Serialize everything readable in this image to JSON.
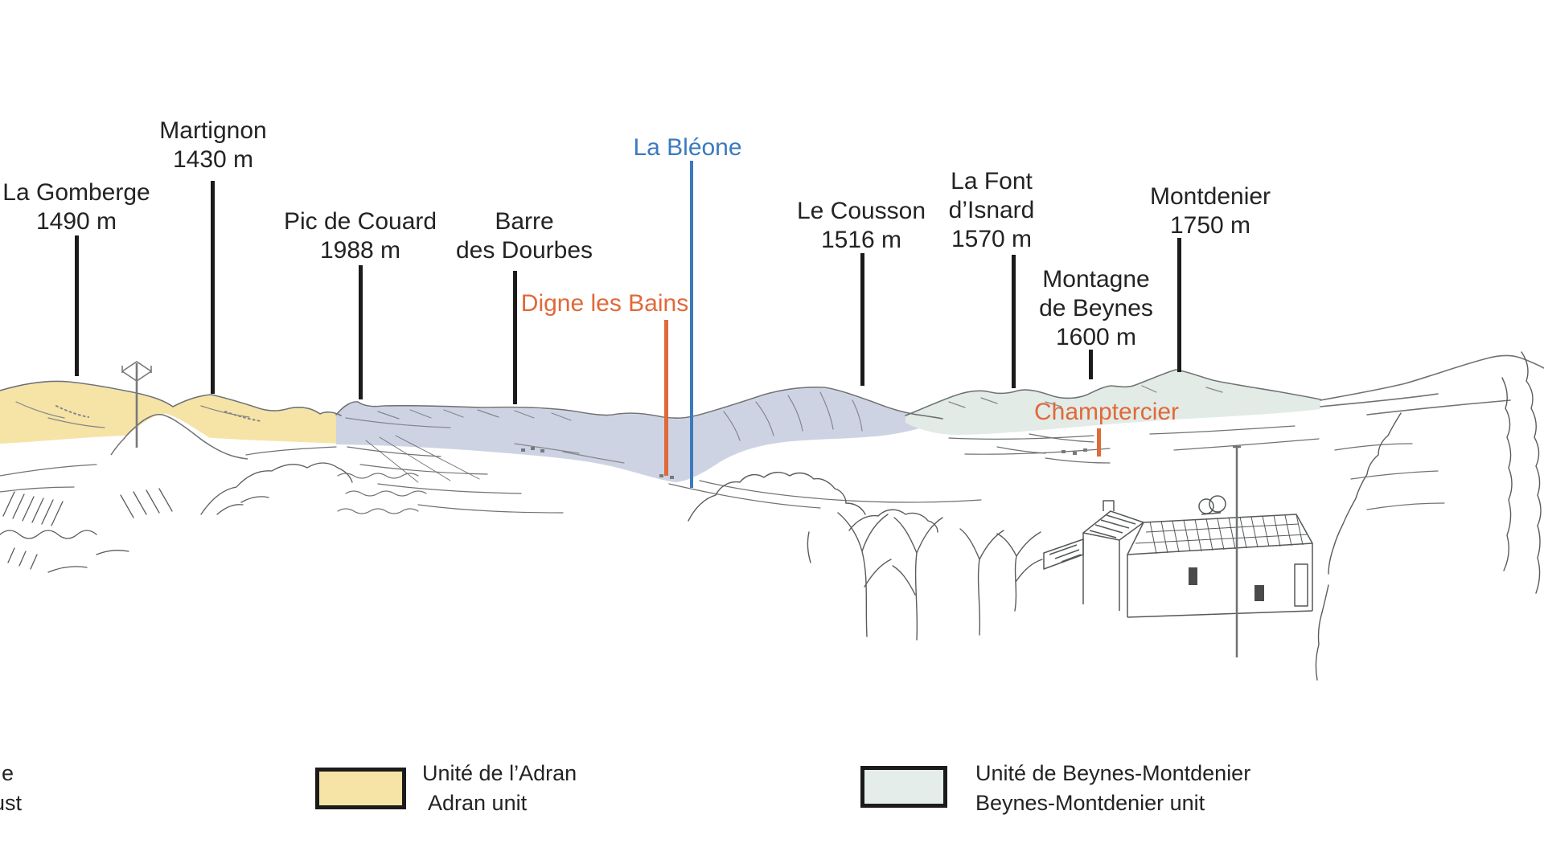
{
  "peaks": [
    {
      "name": "La Gomberge",
      "elevation": "1490 m"
    },
    {
      "name": "Martignon",
      "elevation": "1430 m"
    },
    {
      "name": "Pic de Couard",
      "elevation": "1988 m"
    },
    {
      "name": "Barre",
      "name2": "des Dourbes"
    },
    {
      "name": "Le Cousson",
      "elevation": "1516 m"
    },
    {
      "name": "La Font",
      "name2": "d’Isnard",
      "elevation": "1570 m"
    },
    {
      "name": "Montagne",
      "name2": "de Beynes",
      "elevation": "1600 m"
    },
    {
      "name": "Montdenier",
      "elevation": "1750 m"
    }
  ],
  "river": {
    "label": "La Bléone"
  },
  "towns": [
    {
      "label": "Digne les Bains"
    },
    {
      "label": "Champtercier"
    }
  ],
  "legend": {
    "fragment_line1": "e",
    "fragment_line2": "ust",
    "items": [
      {
        "label_fr": "Unité de l’Adran",
        "label_en": "Adran unit",
        "color": "#f6e3a6"
      },
      {
        "label_fr": "Unité de Beynes-Montdenier",
        "label_en": "Beynes-Montdenier unit",
        "color": "#e4ede9"
      }
    ]
  },
  "colors": {
    "text": "#232323",
    "tick": "#1b1b1b",
    "river": "#3b7abd",
    "town": "#e0693a",
    "adran_fill": "#f6e3a6",
    "digne_unit_fill": "#ced3e4",
    "beynes_area_fill": "#e2ebe6",
    "sketch": "#6f7173"
  }
}
